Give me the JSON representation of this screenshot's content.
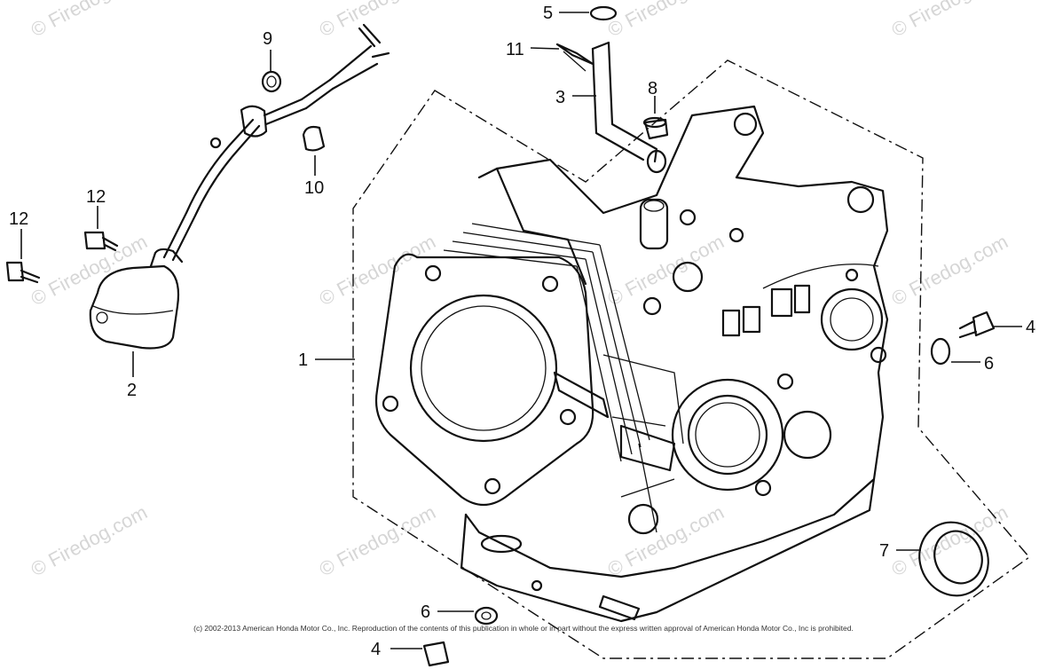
{
  "watermark": {
    "text": "© Firedog.com",
    "color": "#d6d6d6"
  },
  "callouts": [
    {
      "id": "c5",
      "label": "5"
    },
    {
      "id": "c11",
      "label": "11"
    },
    {
      "id": "c3",
      "label": "3"
    },
    {
      "id": "c8",
      "label": "8"
    },
    {
      "id": "c9",
      "label": "9"
    },
    {
      "id": "c10",
      "label": "10"
    },
    {
      "id": "c12a",
      "label": "12"
    },
    {
      "id": "c12b",
      "label": "12"
    },
    {
      "id": "c2",
      "label": "2"
    },
    {
      "id": "c1",
      "label": "1"
    },
    {
      "id": "c4a",
      "label": "4"
    },
    {
      "id": "c6a",
      "label": "6"
    },
    {
      "id": "c7",
      "label": "7"
    },
    {
      "id": "c6b",
      "label": "6"
    },
    {
      "id": "c4b",
      "label": "4"
    }
  ],
  "copyright": "(c) 2002-2013 American Honda Motor Co., Inc. Reproduction of the contents of this publication in whole or in part without the express written approval of American Honda Motor Co., Inc is prohibited."
}
